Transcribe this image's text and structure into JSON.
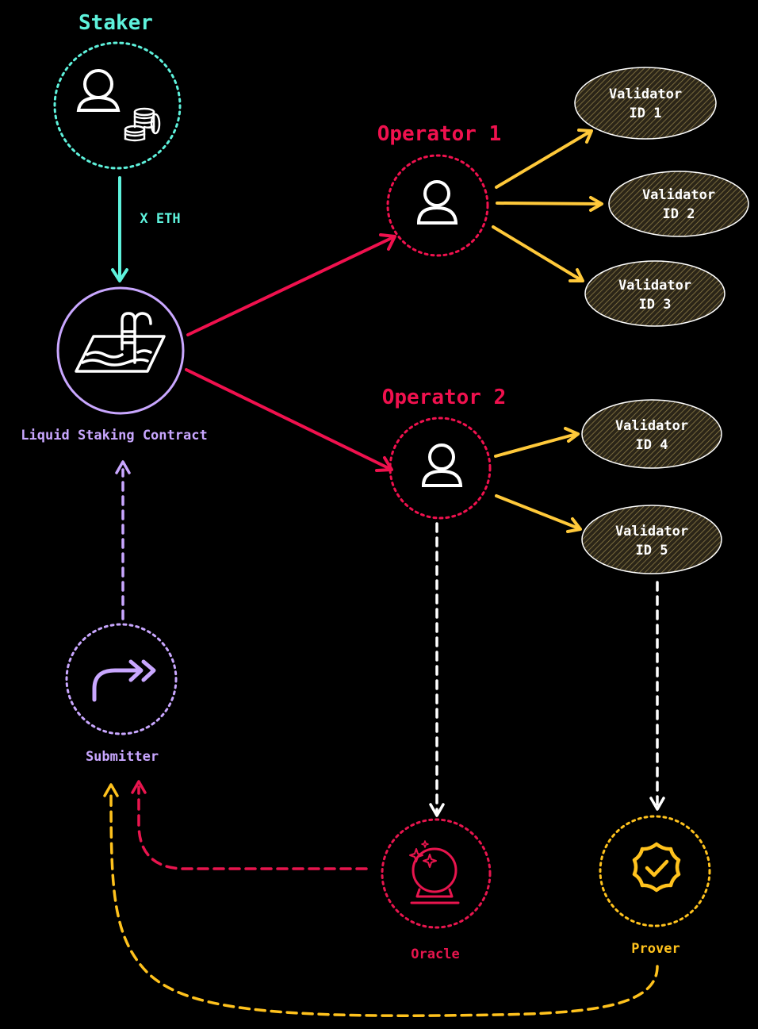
{
  "staker": {
    "title": "Staker",
    "flow_label": "X ETH"
  },
  "contract": {
    "label": "Liquid Staking Contract"
  },
  "operators": [
    {
      "title": "Operator 1"
    },
    {
      "title": "Operator 2"
    }
  ],
  "validators": [
    {
      "line1": "Validator",
      "line2": "ID 1"
    },
    {
      "line1": "Validator",
      "line2": "ID 2"
    },
    {
      "line1": "Validator",
      "line2": "ID 3"
    },
    {
      "line1": "Validator",
      "line2": "ID 4"
    },
    {
      "line1": "Validator",
      "line2": "ID 5"
    }
  ],
  "submitter": {
    "label": "Submitter"
  },
  "oracle": {
    "label": "Oracle"
  },
  "prover": {
    "label": "Prover"
  },
  "colors": {
    "background": "#000000",
    "staker": "#5ef2dc",
    "contract": "#c9a7ff",
    "operator": "#f0114e",
    "validator_link": "#ffc93a",
    "validator_fill": "#3a3222",
    "oracle": "#e8154e",
    "prover": "#ffc21d",
    "submitter": "#c9a7ff",
    "neutral": "#ffffff"
  },
  "icons": {
    "staker": "user-with-coins-icon",
    "contract": "swimming-pool-icon",
    "operator": "user-icon",
    "submitter": "forward-arrow-icon",
    "oracle": "crystal-ball-icon",
    "prover": "verified-badge-icon"
  }
}
